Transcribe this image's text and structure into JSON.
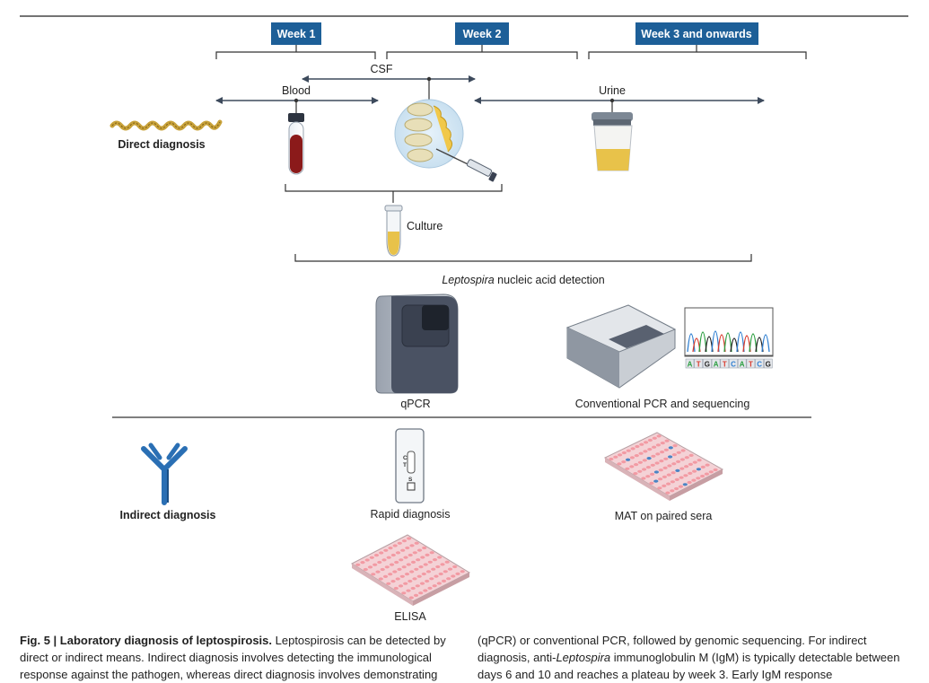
{
  "timeline": {
    "weeks": [
      {
        "label": "Week 1"
      },
      {
        "label": "Week 2"
      },
      {
        "label": "Week 3 and onwards"
      }
    ],
    "specimens": {
      "csf": "CSF",
      "blood": "Blood",
      "urine": "Urine"
    }
  },
  "direct": {
    "label": "Direct diagnosis",
    "culture": "Culture",
    "nucleic_italic": "Leptospira",
    "nucleic_rest": " nucleic acid detection",
    "qpcr": "qPCR",
    "conventional": "Conventional PCR and sequencing",
    "dna_sequence": [
      "A",
      "T",
      "G",
      "A",
      "T",
      "C",
      "A",
      "T",
      "C",
      "G"
    ]
  },
  "indirect": {
    "label": "Indirect diagnosis",
    "rapid": "Rapid diagnosis",
    "mat": "MAT on paired sera",
    "elisa": "ELISA",
    "strip_c": "C",
    "strip_t": "T",
    "strip_s": "S"
  },
  "colors": {
    "week_badge": "#1d5f98",
    "rail": "#3d4a5c",
    "blood": "#8b1a1a",
    "urine": "#e8c24a",
    "plate_well": "#f29aa3",
    "plate_well_blue": "#4a84c4",
    "antibody": "#2a6fb4",
    "bacterium": "#c8a23a"
  },
  "caption": {
    "left_title": "Fig. 5 | Laboratory diagnosis of leptospirosis.",
    "left_text": " Leptospirosis can be detected by direct or indirect means. Indirect diagnosis involves detecting the immunological response against the pathogen, whereas direct diagnosis involves demonstrating",
    "right_a": "(qPCR) or conventional PCR, followed by genomic sequencing. For indirect diagnosis, anti-",
    "right_italic": "Leptospira",
    "right_b": " immunoglobulin M (IgM) is typically detectable between days 6 and 10 and reaches a plateau by week 3. Early IgM response"
  }
}
